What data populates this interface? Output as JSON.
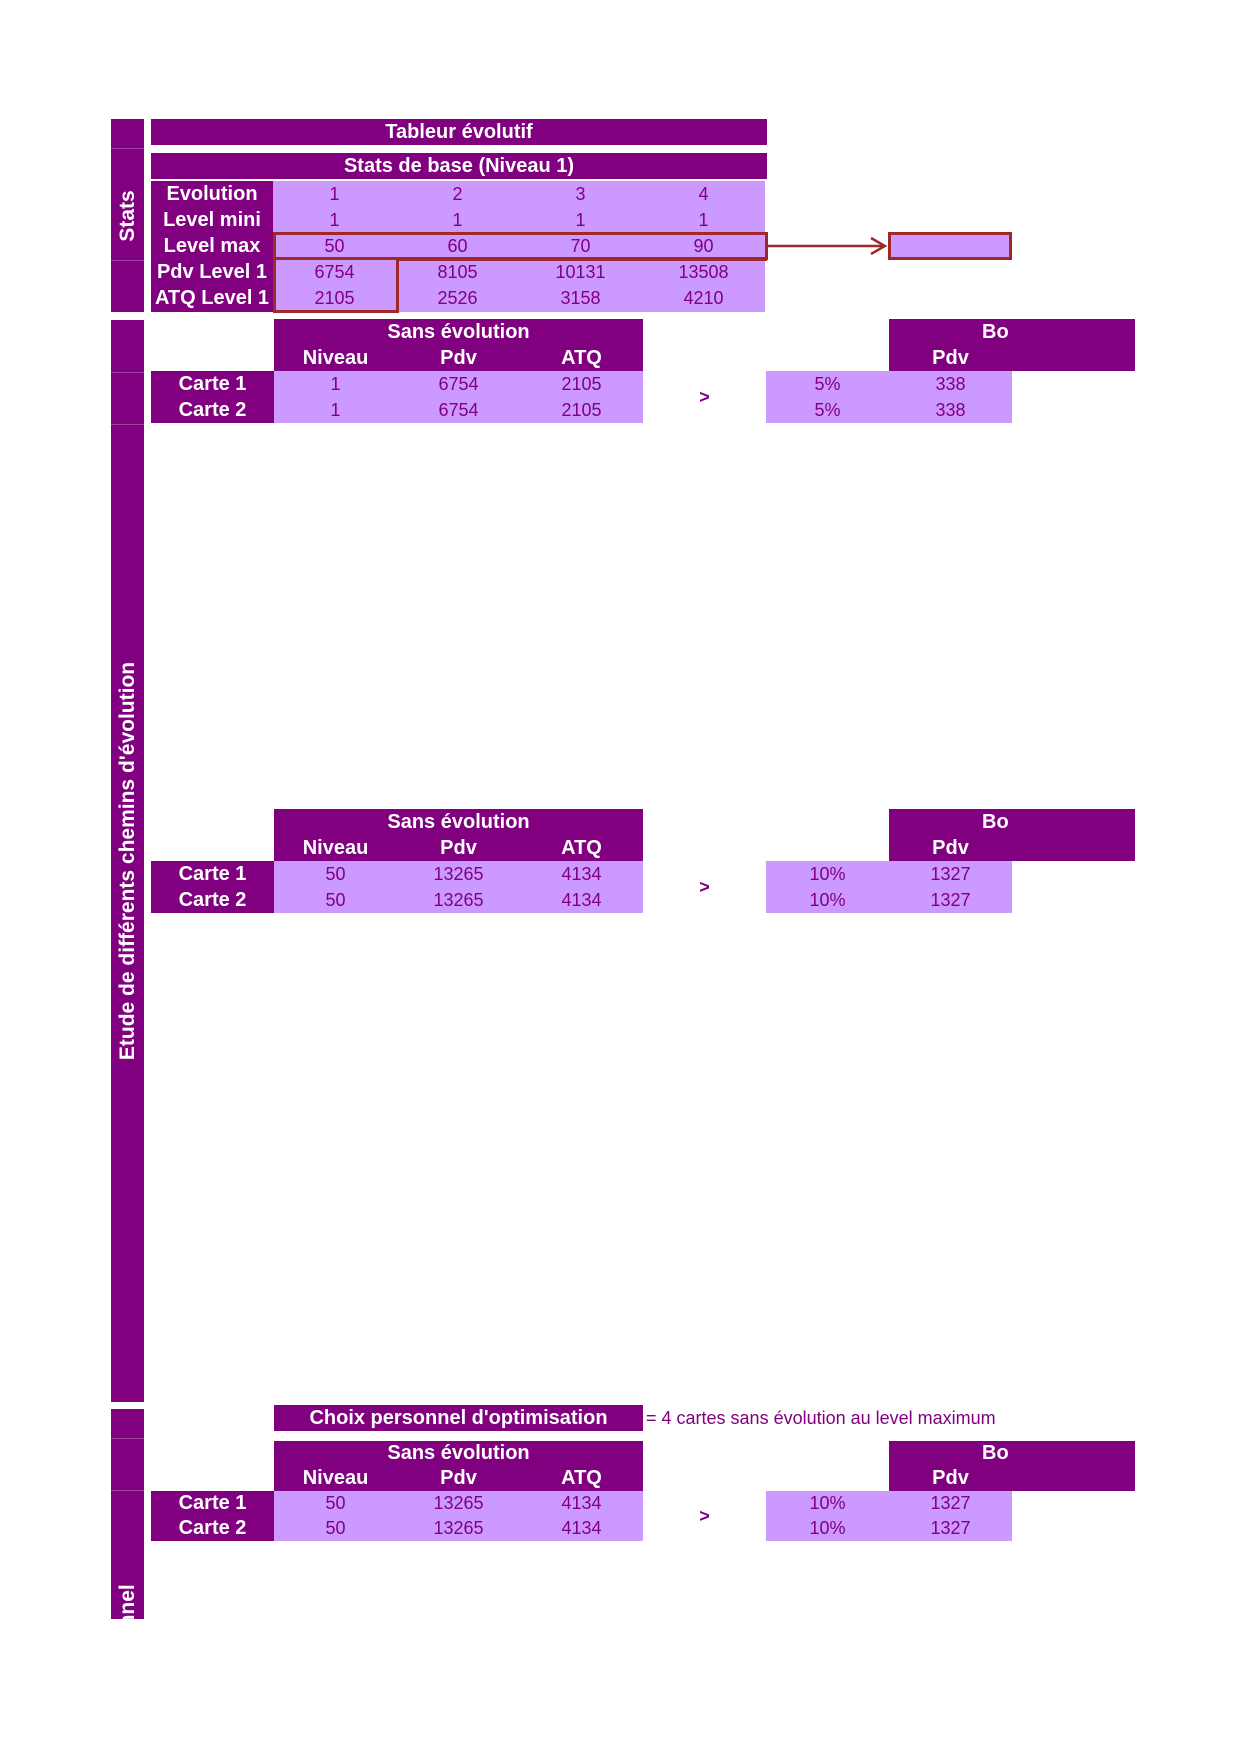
{
  "side": {
    "stats": "Stats",
    "etude": "Etude de différents chemins d'évolution",
    "personnel": "Personnel"
  },
  "title": "Tableur évolutif",
  "stats": {
    "subtitle": "Stats de base (Niveau 1)",
    "rows": [
      {
        "label": "Evolution",
        "values": [
          "1",
          "2",
          "3",
          "4"
        ]
      },
      {
        "label": "Level mini",
        "values": [
          "1",
          "1",
          "1",
          "1"
        ]
      },
      {
        "label": "Level max",
        "values": [
          "50",
          "60",
          "70",
          "90"
        ]
      },
      {
        "label": "Pdv Level 1",
        "values": [
          "6754",
          "8105",
          "10131",
          "13508"
        ]
      },
      {
        "label": "ATQ Level 1",
        "values": [
          "2105",
          "2526",
          "3158",
          "4210"
        ]
      }
    ]
  },
  "block1": {
    "group": "Sans évolution",
    "cols": [
      "Niveau",
      "Pdv",
      "ATQ"
    ],
    "rows": [
      {
        "label": "Carte 1",
        "values": [
          "1",
          "6754",
          "2105"
        ]
      },
      {
        "label": "Carte 2",
        "values": [
          "1",
          "6754",
          "2105"
        ]
      }
    ],
    "arrow": ">",
    "right_group": "Bo",
    "right_col": "Pdv",
    "right_rows": [
      [
        "5%",
        "338"
      ],
      [
        "5%",
        "338"
      ]
    ]
  },
  "block2": {
    "group": "Sans évolution",
    "cols": [
      "Niveau",
      "Pdv",
      "ATQ"
    ],
    "rows": [
      {
        "label": "Carte 1",
        "values": [
          "50",
          "13265",
          "4134"
        ]
      },
      {
        "label": "Carte 2",
        "values": [
          "50",
          "13265",
          "4134"
        ]
      }
    ],
    "arrow": ">",
    "right_group": "Bo",
    "right_col": "Pdv",
    "right_rows": [
      [
        "10%",
        "1327"
      ],
      [
        "10%",
        "1327"
      ]
    ]
  },
  "personnel": {
    "title": "Choix personnel d'optimisation",
    "note": "= 4 cartes sans évolution au level maximum"
  },
  "block3": {
    "group": "Sans évolution",
    "cols": [
      "Niveau",
      "Pdv",
      "ATQ"
    ],
    "rows": [
      {
        "label": "Carte 1",
        "values": [
          "50",
          "13265",
          "4134"
        ]
      },
      {
        "label": "Carte 2",
        "values": [
          "50",
          "13265",
          "4134"
        ]
      }
    ],
    "arrow": ">",
    "right_group": "Bo",
    "right_col": "Pdv",
    "right_rows": [
      [
        "10%",
        "1327"
      ],
      [
        "10%",
        "1327"
      ]
    ]
  },
  "colors": {
    "dark": "#800080",
    "light": "#cc99ff",
    "highlight": "#a0282a"
  }
}
